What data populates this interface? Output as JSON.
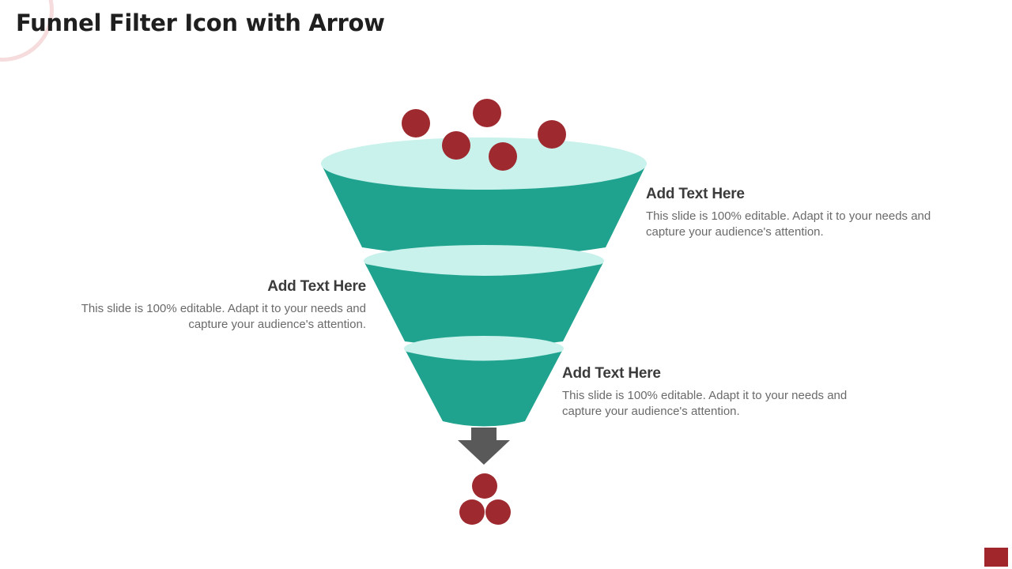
{
  "title": "Funnel Filter Icon with Arrow",
  "colors": {
    "funnel_body": "#20a38e",
    "funnel_rim": "#c9f2ec",
    "ball": "#9e2a30",
    "arrow": "#595959",
    "accent": "#a0262b"
  },
  "text_blocks": [
    {
      "heading": "Add Text Here",
      "body": "This slide is 100% editable. Adapt it to your needs and capture your audience's attention."
    },
    {
      "heading": "Add Text Here",
      "body": "This slide is 100% editable. Adapt it to your needs and capture your audience's attention."
    },
    {
      "heading": "Add Text Here",
      "body": "This slide is 100% editable. Adapt it to your needs and capture your audience's attention."
    }
  ]
}
